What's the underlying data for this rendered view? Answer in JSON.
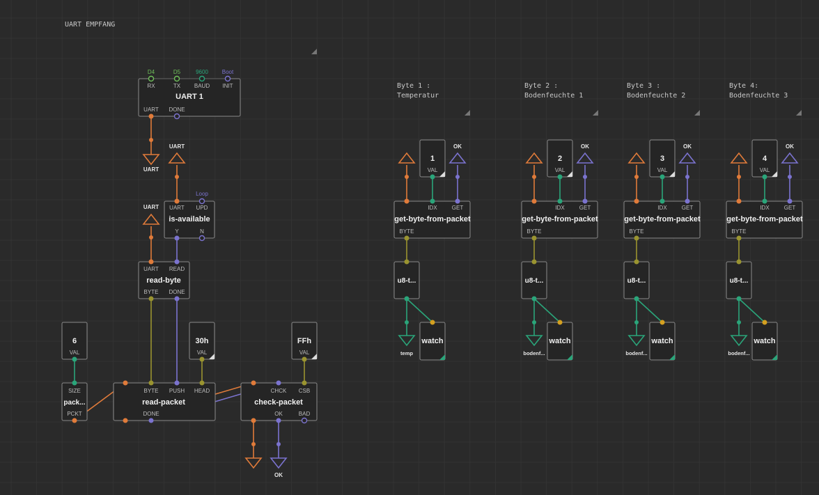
{
  "colors": {
    "orange": "#e07b3a",
    "green": "#2aa57a",
    "purple": "#7b73cf",
    "olive": "#9a9430",
    "grid": "#333333",
    "gridMajor": "#3a3a3a"
  },
  "comments": {
    "uart_empfang": "UART EMPFANG",
    "byte1_a": "Byte 1 :",
    "byte1_b": "Temperatur",
    "byte2_a": "Byte 2 :",
    "byte2_b": "Bodenfeuchte 1",
    "byte3_a": "Byte 3 :",
    "byte3_b": "Bodenfeuchte 2",
    "byte4_a": "Byte 4:",
    "byte4_b": "Bodenfeuchte 3"
  },
  "uart_node": {
    "title": "UART 1",
    "rx_val": "D4",
    "rx": "RX",
    "tx_val": "D5",
    "tx": "TX",
    "baud_val": "9600",
    "baud": "BAUD",
    "init_val": "Boot",
    "init": "INIT",
    "uart": "UART",
    "done": "DONE"
  },
  "terminals": {
    "uart_out1": "UART",
    "uart_in1": "UART",
    "uart_out2": "UART",
    "ok_final": "OK",
    "temp": "temp",
    "bodenf2": "bodenf...",
    "bodenf3": "bodenf...",
    "bodenf4": "bodenf..."
  },
  "is_available": {
    "title": "is-available",
    "upd_val": "Loop",
    "uart": "UART",
    "upd": "UPD",
    "y": "Y",
    "n": "N"
  },
  "read_byte": {
    "title": "read-byte",
    "uart": "UART",
    "read": "READ",
    "byte": "BYTE",
    "done": "DONE"
  },
  "constants": {
    "size": {
      "value": "6",
      "label": "VAL"
    },
    "head": {
      "value": "30h",
      "label": "VAL"
    },
    "csb": {
      "value": "FFh",
      "label": "VAL"
    }
  },
  "packet_node": {
    "title": "pack...",
    "size": "SIZE",
    "pckt": "PCKT"
  },
  "read_packet": {
    "title": "read-packet",
    "byte": "BYTE",
    "push": "PUSH",
    "head": "HEAD",
    "done": "DONE"
  },
  "check_packet": {
    "title": "check-packet",
    "chck": "CHCK",
    "csb": "CSB",
    "ok": "OK",
    "bad": "BAD"
  },
  "byte_columns": [
    {
      "idx_value": "1",
      "val": "VAL",
      "ok": "OK",
      "title": "get-byte-from-packet",
      "idx": "IDX",
      "get": "GET",
      "byte": "BYTE",
      "conv": "u8-t...",
      "watch": "watch"
    },
    {
      "idx_value": "2",
      "val": "VAL",
      "ok": "OK",
      "title": "get-byte-from-packet",
      "idx": "IDX",
      "get": "GET",
      "byte": "BYTE",
      "conv": "u8-t...",
      "watch": "watch"
    },
    {
      "idx_value": "3",
      "val": "VAL",
      "ok": "OK",
      "title": "get-byte-from-packet",
      "idx": "IDX",
      "get": "GET",
      "byte": "BYTE",
      "conv": "u8-t...",
      "watch": "watch"
    },
    {
      "idx_value": "4",
      "val": "VAL",
      "ok": "OK",
      "title": "get-byte-from-packet",
      "idx": "IDX",
      "get": "GET",
      "byte": "BYTE",
      "conv": "u8-t...",
      "watch": "watch"
    }
  ]
}
